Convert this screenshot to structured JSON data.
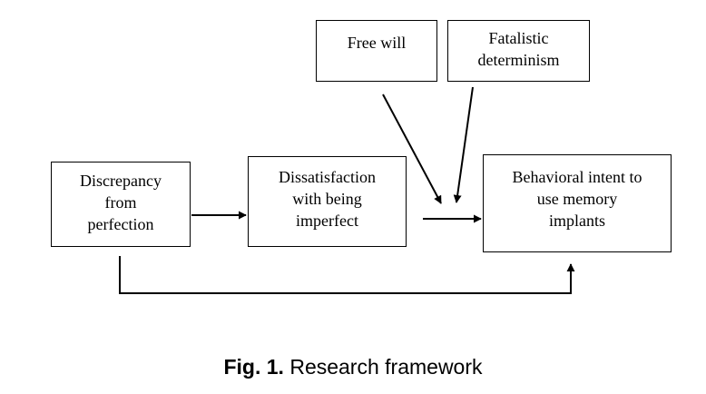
{
  "diagram": {
    "boxes": {
      "free_will": {
        "lines": [
          "Free will"
        ]
      },
      "fatalistic": {
        "lines": [
          "Fatalistic",
          "determinism"
        ]
      },
      "discrepancy": {
        "lines": [
          "Discrepancy",
          "from",
          "perfection"
        ]
      },
      "dissatisfaction": {
        "lines": [
          "Dissatisfaction",
          "with being",
          "imperfect"
        ]
      },
      "intent": {
        "lines": [
          "Behavioral intent to",
          "use memory",
          "implants"
        ]
      }
    },
    "caption": {
      "label": "Fig. 1.",
      "text": " Research framework"
    }
  }
}
